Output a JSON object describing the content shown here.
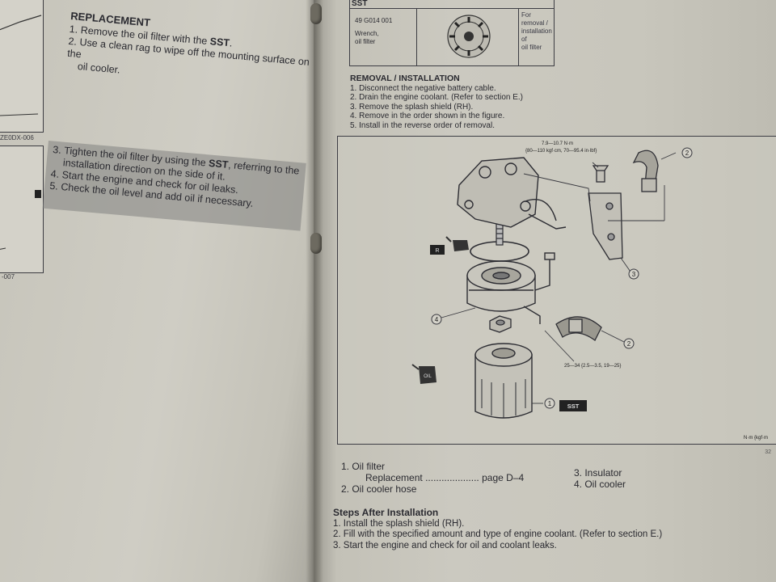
{
  "left": {
    "fig_id_1": "ZE0DX-006",
    "fig_id_2": "-007",
    "heading": "REPLACEMENT",
    "steps_a": [
      {
        "num": "1.",
        "text": "Remove the oil filter with the ",
        "bold": "SST",
        "tail": "."
      },
      {
        "num": "2.",
        "text": "Use a clean rag to wipe off the mounting surface on the",
        "cont": "oil cooler."
      }
    ],
    "steps_b": [
      {
        "num": "3.",
        "text": "Tighten the oil filter by using the ",
        "bold": "SST",
        "tail": ", referring to the",
        "cont": "installation direction on the side of it."
      },
      {
        "num": "4.",
        "text": "Start the engine and check for oil leaks."
      },
      {
        "num": "5.",
        "text": "Check the oil level and add oil if necessary."
      }
    ]
  },
  "sst": {
    "header": "SST",
    "part_no": "49 G014 001",
    "part_name_1": "Wrench,",
    "part_name_2": "oil filter",
    "purpose_1": "For",
    "purpose_2": "removal /",
    "purpose_3": "installation of",
    "purpose_4": "oil filter"
  },
  "removal": {
    "heading": "REMOVAL / INSTALLATION",
    "steps": [
      "1. Disconnect the negative battery cable.",
      "2. Drain the engine coolant. (Refer to section E.)",
      "3. Remove the splash shield (RH).",
      "4. Remove in the order shown in the figure.",
      "5. Install in the reverse order of removal."
    ]
  },
  "diagram": {
    "torque_1a": "7.9—10.7 N·m",
    "torque_1b": "{80—110 kgf·cm, 70—95.4 in·lbf}",
    "torque_2": "25—34 {2.5—3.5, 19—25}",
    "badge_r": "R",
    "badge_oil": "OIL",
    "badge_sst": "SST",
    "units": "N·m {kgf·m",
    "callouts": [
      "1",
      "2",
      "2",
      "3",
      "4"
    ]
  },
  "legend": {
    "item1": "1. Oil filter",
    "item1_sub": "Replacement",
    "item1_dots": "....................",
    "item1_ref": "page D–4",
    "item2": "2. Oil cooler hose",
    "item3": "3. Insulator",
    "item4": "4. Oil cooler"
  },
  "page_num": "32",
  "after": {
    "heading": "Steps After Installation",
    "steps": [
      "1. Install the splash shield (RH).",
      "2. Fill with the specified amount and type of engine coolant. (Refer to section E.)",
      "3. Start the engine and check for oil and coolant leaks."
    ]
  }
}
